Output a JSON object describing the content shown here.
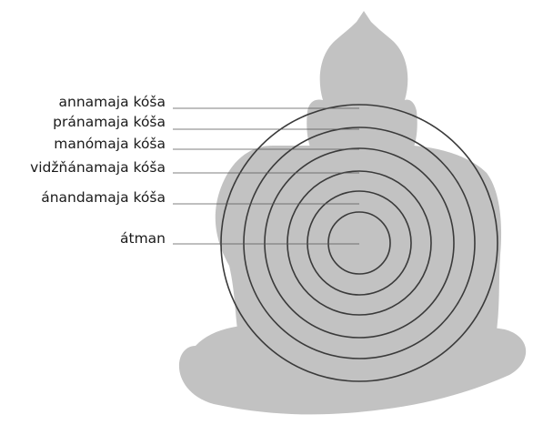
{
  "figure": {
    "silhouette_color": "#c2c2c2",
    "ring_color": "#3a3a3a",
    "leader_color": "#555555",
    "layers": [
      {
        "id": "annamaja",
        "label": "annamaja kóša"
      },
      {
        "id": "pranamaja",
        "label": "pránamaja kóša"
      },
      {
        "id": "manomaja",
        "label": "manómaja kóša"
      },
      {
        "id": "vidznanamaja",
        "label": "vidžňánamaja kóša"
      },
      {
        "id": "anandamaja",
        "label": "ánandamaja kóša"
      },
      {
        "id": "atman",
        "label": "átman"
      }
    ]
  }
}
